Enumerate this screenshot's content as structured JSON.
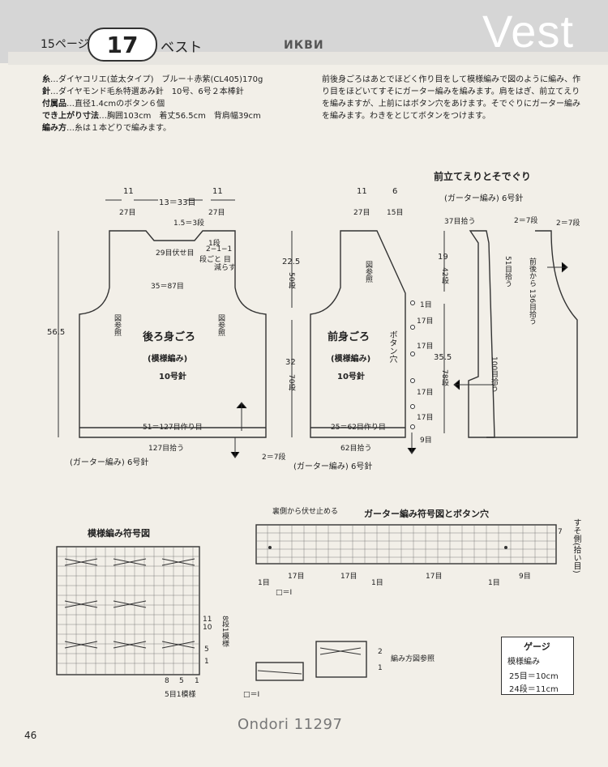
{
  "header": {
    "vest_title": "Vest",
    "page_ref": "15ページ",
    "pattern_number": "17",
    "title_ja": "ベスト",
    "brand": "ИКВИ"
  },
  "specs": [
    {
      "key": "糸",
      "text": "…ダイヤコリエ(並太タイプ)　ブルー＋赤紫(CL405)170g"
    },
    {
      "key": "針",
      "text": "…ダイヤモンド毛糸特選あみ針　10号、6号２本棒針"
    },
    {
      "key": "付属品",
      "text": "…直径1.4cmのボタン６個"
    },
    {
      "key": "でき上がり寸法",
      "text": "…胸囲103cm　着丈56.5cm　背肩幅39cm"
    },
    {
      "key": "編み方",
      "text": "…糸は１本どりで編みます。"
    }
  ],
  "instructions": "前後身ごろはあとでほどく作り目をして模様編みで図のように編み、作り目をほどいてすそにガーター編みを編みます。肩をはぎ、前立てえりを編みますが、上前にはボタン穴をあけます。そでぐりにガーター編みを編みます。わきをとじてボタンをつけます。",
  "back": {
    "title": "後ろ身ごろ",
    "pattern": "(模様編み)",
    "needle": "10号針",
    "ref_left": "図参照",
    "ref_right": "図参照",
    "top_left_cm": "11",
    "top_left_sts": "27目",
    "top_mid": "13＝33目",
    "top_right_cm": "11",
    "top_right_sts": "27目",
    "neck_rows": "1.5＝3段",
    "neck_bindoff": "29目伏せ目",
    "neck_dec": "1段",
    "neck_dec2": "2−1−1",
    "neck_dec3": "段ごと 目",
    "neck_dec4": "減らす",
    "width_mid": "35＝87目",
    "height": "56.5",
    "bottom_cast": "51＝127目作り目",
    "bottom_pick": "127目拾う",
    "garter": "(ガーター編み) 6号針"
  },
  "front": {
    "title": "前身ごろ",
    "pattern": "(模様編み)",
    "needle": "10号針",
    "ref": "図参照",
    "buttonhole": "ボタン穴",
    "top_left_cm": "11",
    "top_left_sts": "27目",
    "top_right_cm": "6",
    "top_right_sts": "15目",
    "armhole_h": "22.5",
    "armhole_rows": "50段",
    "body_h": "32",
    "body_rows": "70段",
    "front_h": "19",
    "front_rows": "42段",
    "placket_h": "35.5",
    "placket_rows": "78段",
    "bh_1": "1目",
    "bh_17a": "17目",
    "bh_17b": "17目",
    "bh_17c": "17目",
    "bh_17d": "17目",
    "bh_9": "9目",
    "bottom_cast": "25＝62目作り目",
    "bottom_pick": "62目拾う",
    "hem_rows": "2＝7段",
    "garter": "(ガーター編み) 6号針"
  },
  "band": {
    "title": "前立てえりとそでぐり",
    "subtitle": "(ガーター編み) 6号針",
    "pick_37": "37目拾う",
    "rows_left": "2＝7段",
    "rows_right": "2＝7段",
    "pick_51": "51目拾う",
    "pick_136": "前後から 136目拾う",
    "pick_100": "100目拾う"
  },
  "charts": {
    "pattern_title": "模様編み符号図",
    "garter_title": "ガーター編み符号図とボタン穴",
    "bindoff_note": "裏側から伏せ止める",
    "rows_8": "8段1模様",
    "sts_5": "5目1模様",
    "row_nums": [
      "11",
      "10",
      "5",
      "1"
    ],
    "col_nums": [
      "8",
      "5",
      "1"
    ],
    "garter_counts": [
      "1目",
      "17目",
      "17目",
      "1目",
      "17目",
      "1目",
      "9目"
    ],
    "hem_label": "すそ側(拾い目)",
    "hem_rows": "7",
    "legend_1": "□＝Ⅰ",
    "legend_2": "□＝Ⅰ",
    "cross_note": "編み方図参照",
    "cross_rows": [
      "2",
      "1"
    ]
  },
  "gauge": {
    "title": "ゲージ",
    "pattern": "模様編み",
    "line1": "25目＝10cm",
    "line2": "24段＝11cm"
  },
  "footer": {
    "source": "Ondori 11297",
    "page_num": "46"
  }
}
